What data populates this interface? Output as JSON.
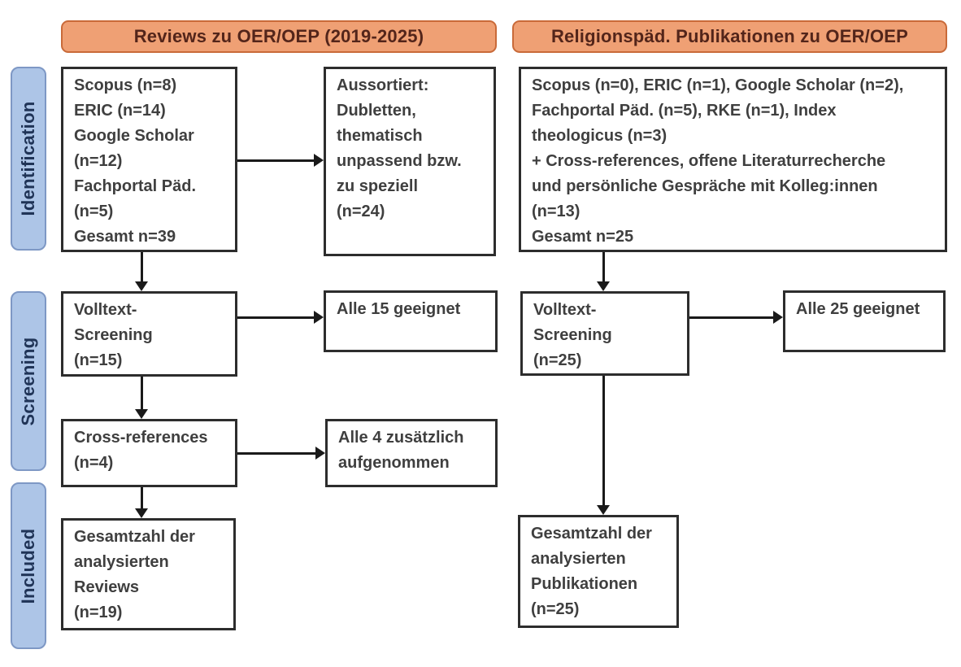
{
  "headers": {
    "left": "Reviews zu OER/OEP (2019-2025)",
    "right": "Religionspäd. Publikationen zu OER/OEP"
  },
  "stages": {
    "identification": "Identification",
    "screening": "Screening",
    "included": "Included"
  },
  "boxes": {
    "left_sources": "Scopus (n=8)\nERIC (n=14)\nGoogle Scholar\n(n=12)\nFachportal Päd.\n(n=5)\nGesamt n=39",
    "left_excluded": "Aussortiert:\nDubletten,\nthematisch\nunpassend bzw.\nzu speziell\n(n=24)",
    "right_sources": "Scopus (n=0), ERIC (n=1), Google Scholar (n=2),\nFachportal Päd. (n=5), RKE (n=1), Index\ntheologicus (n=3)\n+ Cross-references, offene Literaturrecherche\nund persönliche Gespräche mit Kolleg:innen\n(n=13)\nGesamt n=25",
    "left_fulltext": "Volltext-\nScreening\n(n=15)",
    "left_fulltext_result": "Alle 15 geeignet",
    "left_crossref": "Cross-references\n(n=4)",
    "left_crossref_result": "Alle 4 zusätzlich\naufgenommen",
    "right_fulltext": "Volltext-\nScreening\n(n=25)",
    "right_fulltext_result": "Alle 25 geeignet",
    "left_included": "Gesamtzahl der\nanalysierten\nReviews\n(n=19)",
    "right_included": "Gesamtzahl der\nanalysierten\nPublikationen\n(n=25)"
  },
  "colors": {
    "header_fill": "#efa074",
    "header_border": "#c96a39",
    "header_text": "#53251a",
    "stage_fill": "#adc5e7",
    "stage_border": "#7e98c5",
    "stage_text": "#203457",
    "box_border": "#2d2d2d",
    "box_text": "#3f3f3f",
    "arrow": "#1a1a1a",
    "background": "#ffffff"
  }
}
